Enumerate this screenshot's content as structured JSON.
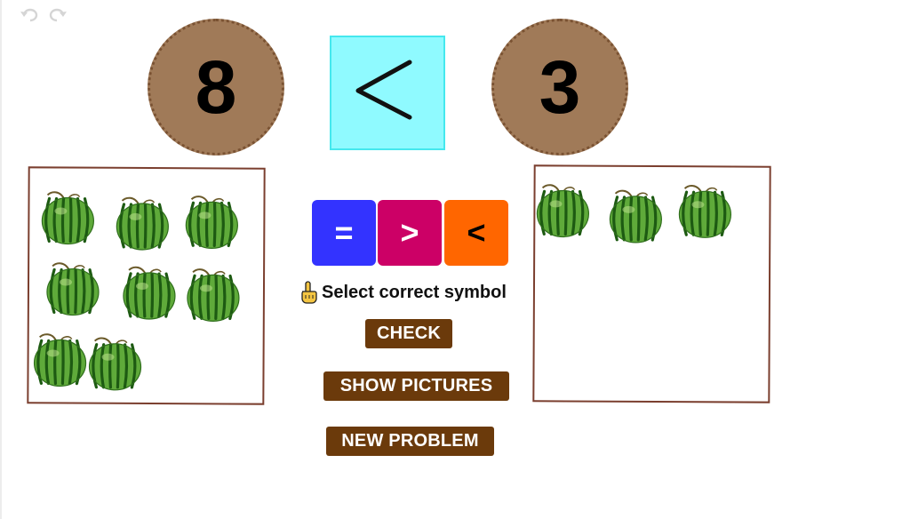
{
  "toolbar": {
    "undo_icon": "undo-arrow",
    "redo_icon": "redo-arrow"
  },
  "problem": {
    "left_number": "8",
    "right_number": "3",
    "selected_symbol": "<",
    "left_count": 8,
    "right_count": 3,
    "item": "watermelon"
  },
  "symbols": {
    "equal": {
      "label": "=",
      "color": "#3333ff"
    },
    "greater": {
      "label": ">",
      "color": "#cc0066"
    },
    "less": {
      "label": "<",
      "color": "#ff6600"
    }
  },
  "hint": {
    "icon": "pointing-hand-icon",
    "text": "Select correct symbol"
  },
  "actions": {
    "check": "CHECK",
    "show_pictures": "SHOW PICTURES",
    "new_problem": "NEW PROBLEM"
  },
  "colors": {
    "number_circle": "#a07a58",
    "answer_box": "#8ffaff",
    "box_border": "#7b3f2f",
    "action_button": "#6b3a0b"
  }
}
